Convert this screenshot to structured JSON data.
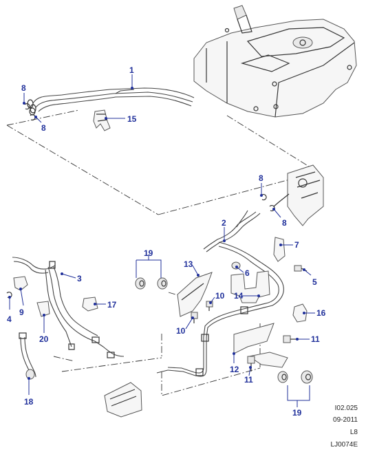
{
  "callouts": {
    "c1": "1",
    "c2": "2",
    "c3": "3",
    "c4": "4",
    "c5": "5",
    "c6": "6",
    "c7": "7",
    "c8a": "8",
    "c8b": "8",
    "c8c": "8",
    "c8d": "8",
    "c9": "9",
    "c10a": "10",
    "c10b": "10",
    "c11a": "11",
    "c11b": "11",
    "c12": "12",
    "c13": "13",
    "c14": "14",
    "c15": "15",
    "c16": "16",
    "c17": "17",
    "c18": "18",
    "c19a": "19",
    "c19b": "19",
    "c20": "20"
  },
  "reference": {
    "line1": "I02.025",
    "line2": "09-2011",
    "line3": "L8",
    "line4": "LJ0074E"
  },
  "colors": {
    "callout": "#1f2f9a",
    "line": "#333333"
  }
}
